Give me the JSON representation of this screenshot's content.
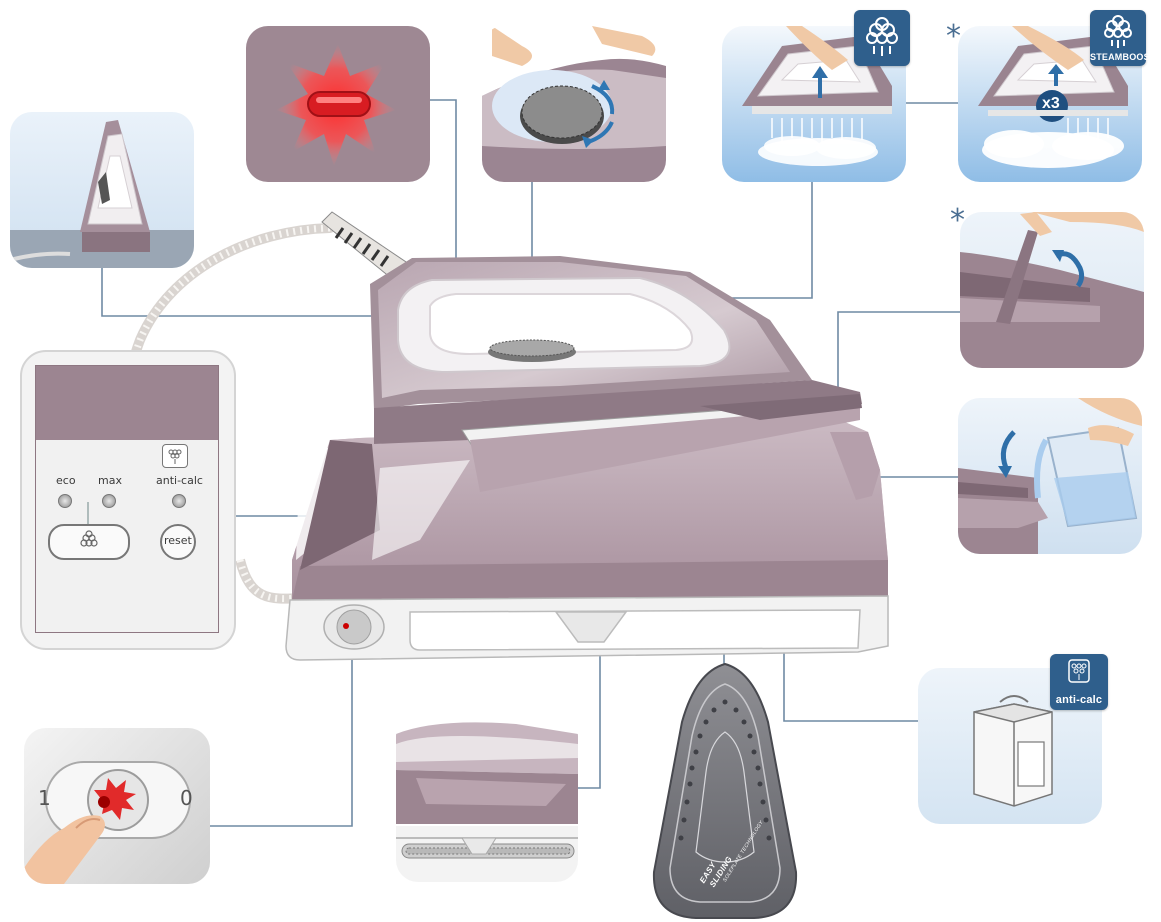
{
  "control_panel": {
    "label_eco": "eco",
    "label_max": "max",
    "label_anti_calc": "anti-calc",
    "label_reset": "reset"
  },
  "power_switch": {
    "label_on": "1",
    "label_off": "0"
  },
  "steam_boost": {
    "badge_label": "STEAMBOOST",
    "multiplier": "x3",
    "asterisk": "*"
  },
  "filling_cap": {
    "asterisk": "*"
  },
  "anti_calc_cartridge": {
    "badge_label": "anti-calc"
  },
  "soleplate": {
    "brand_line1": "EASY",
    "brand_line2": "SLIDING",
    "brand_line3": "SOLEPLATE TECHNOLOGY"
  },
  "colors": {
    "body_mauve": "#9c8591",
    "body_light": "#d8cbd2",
    "accent_blue": "#2f5f8c",
    "indicator_red": "#e0242a",
    "leader_line": "#6f8aa4"
  }
}
